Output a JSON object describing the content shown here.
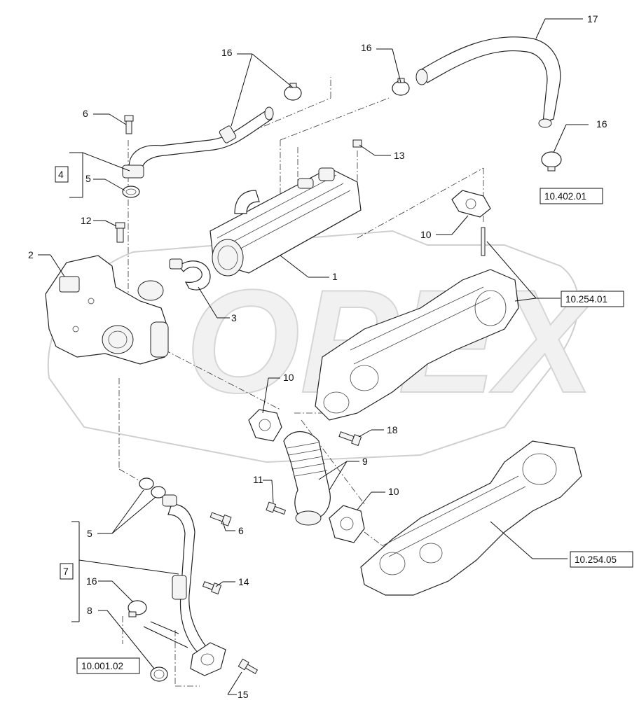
{
  "watermark": {
    "text": "OPEX"
  },
  "callouts": [
    {
      "id": "c17",
      "text": "17"
    },
    {
      "id": "c16a",
      "text": "16"
    },
    {
      "id": "c16b",
      "text": "16"
    },
    {
      "id": "c16c",
      "text": "16"
    },
    {
      "id": "c6a",
      "text": "6"
    },
    {
      "id": "c13",
      "text": "13"
    },
    {
      "id": "c4",
      "text": "4"
    },
    {
      "id": "c5a",
      "text": "5"
    },
    {
      "id": "c12",
      "text": "12"
    },
    {
      "id": "c10a",
      "text": "10"
    },
    {
      "id": "c2",
      "text": "2"
    },
    {
      "id": "c1",
      "text": "1"
    },
    {
      "id": "c3",
      "text": "3"
    },
    {
      "id": "c10b",
      "text": "10"
    },
    {
      "id": "c18",
      "text": "18"
    },
    {
      "id": "c9",
      "text": "9"
    },
    {
      "id": "c11",
      "text": "11"
    },
    {
      "id": "c10c",
      "text": "10"
    },
    {
      "id": "c5b",
      "text": "5"
    },
    {
      "id": "c6b",
      "text": "6"
    },
    {
      "id": "c7",
      "text": "7"
    },
    {
      "id": "c16d",
      "text": "16"
    },
    {
      "id": "c14",
      "text": "14"
    },
    {
      "id": "c8",
      "text": "8"
    },
    {
      "id": "c15",
      "text": "15"
    }
  ],
  "references": [
    {
      "id": "r1",
      "text": "10.402.01"
    },
    {
      "id": "r2",
      "text": "10.254.01"
    },
    {
      "id": "r3",
      "text": "10.254.05"
    },
    {
      "id": "r4",
      "text": "10.001.02"
    }
  ]
}
